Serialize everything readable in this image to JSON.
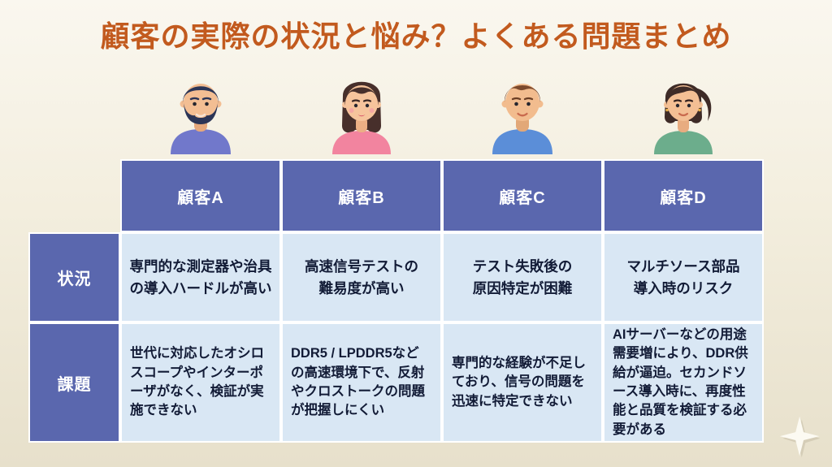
{
  "title": "顧客の実際の状況と悩み？よくある問題まとめ",
  "row_labels": {
    "situation": "状況",
    "issue": "課題"
  },
  "customers": [
    {
      "name": "顧客A",
      "avatar": "bearded-man",
      "situation": "専門的な測定器や治具\nの導入ハードルが高い",
      "issue": "世代に対応したオシロスコープやインターポーザがなく、検証が実施できない"
    },
    {
      "name": "顧客B",
      "avatar": "long-hair-woman",
      "situation": "高速信号テストの\n難易度が高い",
      "issue": "DDR5 / LPDDR5などの高速環境下で、反射やクロストークの問題が把握しにくい"
    },
    {
      "name": "顧客C",
      "avatar": "young-man",
      "situation": "テスト失敗後の\n原因特定が困難",
      "issue": "専門的な経験が不足しており、信号の問題を迅速に特定できない"
    },
    {
      "name": "顧客D",
      "avatar": "ponytail-woman",
      "situation": "マルチソース部品\n導入時のリスク",
      "issue": "AIサーバーなどの用途需要増により、DDR供給が逼迫。セカンドソース導入時に、再度性能と品質を検証する必要がある"
    }
  ],
  "colors": {
    "title": "#C25A1E",
    "header_bg": "#5A67AE",
    "cell_bg": "#D9E7F4",
    "cell_text": "#121B36",
    "border": "#FFFFFF",
    "background_top": "#FAF7EF",
    "background_bottom": "#E7E0CB"
  }
}
